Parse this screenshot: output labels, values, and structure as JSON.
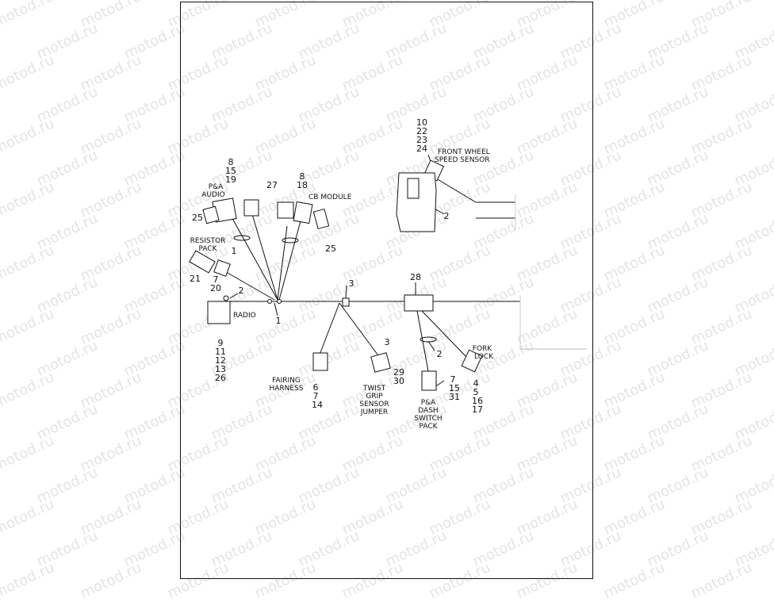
{
  "watermark": "motod.ru",
  "callouts": {
    "c1a": "1",
    "c1b": "1",
    "c2_radio": "2",
    "c2_speed": "2",
    "c2_dash": "2",
    "c3_main": "3",
    "c3_twist": "3",
    "c4": "4",
    "c5": "5",
    "c6": "6",
    "c7_res": "7",
    "c7_fair": "7",
    "c7_dash": "7",
    "c8_pa": "8",
    "c8_cb": "8",
    "c9": "9",
    "c10": "10",
    "c11": "11",
    "c12": "12",
    "c13": "13",
    "c14": "14",
    "c15_pa": "15",
    "c15_dash": "15",
    "c16": "16",
    "c17": "17",
    "c18": "18",
    "c19": "19",
    "c20": "20",
    "c21": "21",
    "c22": "22",
    "c23": "23",
    "c24": "24",
    "c25_left": "25",
    "c25_cb": "25",
    "c26": "26",
    "c27": "27",
    "c28": "28",
    "c29": "29",
    "c30": "30",
    "c31": "31"
  },
  "labels": {
    "pa_audio": [
      "P&A",
      "AUDIO"
    ],
    "cb_module": [
      "CB MODULE"
    ],
    "resistor_pack": [
      "RESISTOR",
      "PACK"
    ],
    "radio": [
      "RADIO"
    ],
    "front_wheel_speed_sensor": [
      "FRONT WHEEL",
      "SPEED SENSOR"
    ],
    "fairing_harness": [
      "FAIRING",
      "HARNESS"
    ],
    "twist_grip_sensor_jumper": [
      "TWIST",
      "GRIP",
      "SENSOR",
      "JUMPER"
    ],
    "pa_dash_switch_pack": [
      "P&A",
      "DASH",
      "SWITCH",
      "PACK"
    ],
    "fork_lock": [
      "FORK",
      "LOCK"
    ]
  }
}
